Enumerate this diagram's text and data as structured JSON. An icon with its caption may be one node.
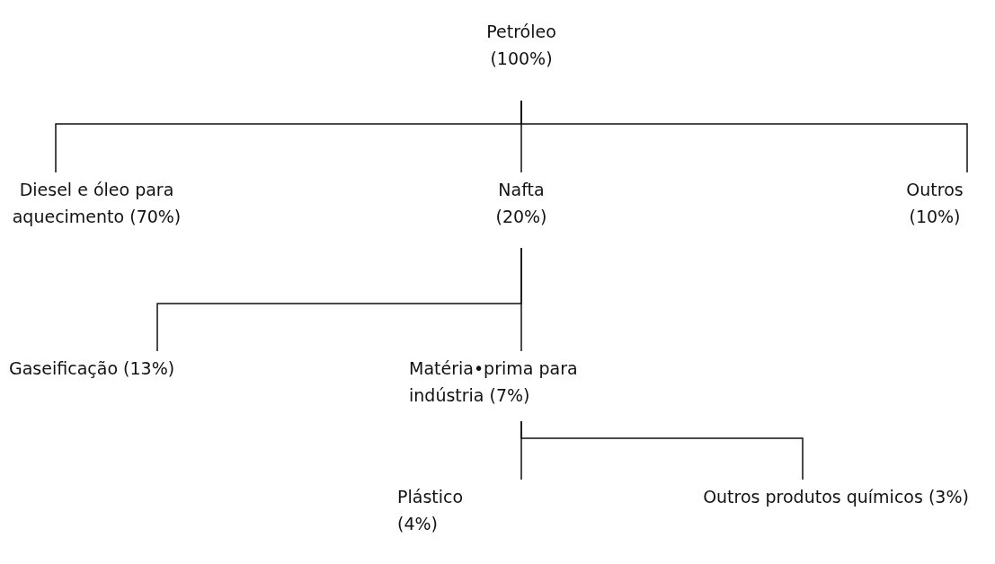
{
  "diagram": {
    "nodes": [
      {
        "text": [
          "Petróleo (100%)"
        ]
      },
      {
        "text": [
          "Diesel e óleo para aquecimento (70%)"
        ]
      },
      {
        "text": [
          "Nafta (20%)"
        ]
      },
      {
        "text": [
          "Outros (10%)"
        ]
      },
      {
        "text": [
          "Gaseificação (13%)"
        ]
      },
      {
        "text": [
          "Matéria•prima para indústria (7%)"
        ]
      },
      {
        "text": [
          "Plástico (4%)"
        ]
      },
      {
        "text": [
          "Outros produtos químicos (3%)"
        ]
      }
    ],
    "edges": [
      {
        "from": 0,
        "to": 1,
        "arrow": "none"
      },
      {
        "from": 0,
        "to": 2,
        "arrow": "none"
      },
      {
        "from": 0,
        "to": 3,
        "arrow": "none"
      },
      {
        "from": 2,
        "to": 4,
        "arrow": "none"
      },
      {
        "from": 2,
        "to": 5,
        "arrow": "none"
      },
      {
        "from": 5,
        "to": 6,
        "arrow": "none"
      },
      {
        "from": 5,
        "to": 7,
        "arrow": "none"
      }
    ]
  }
}
